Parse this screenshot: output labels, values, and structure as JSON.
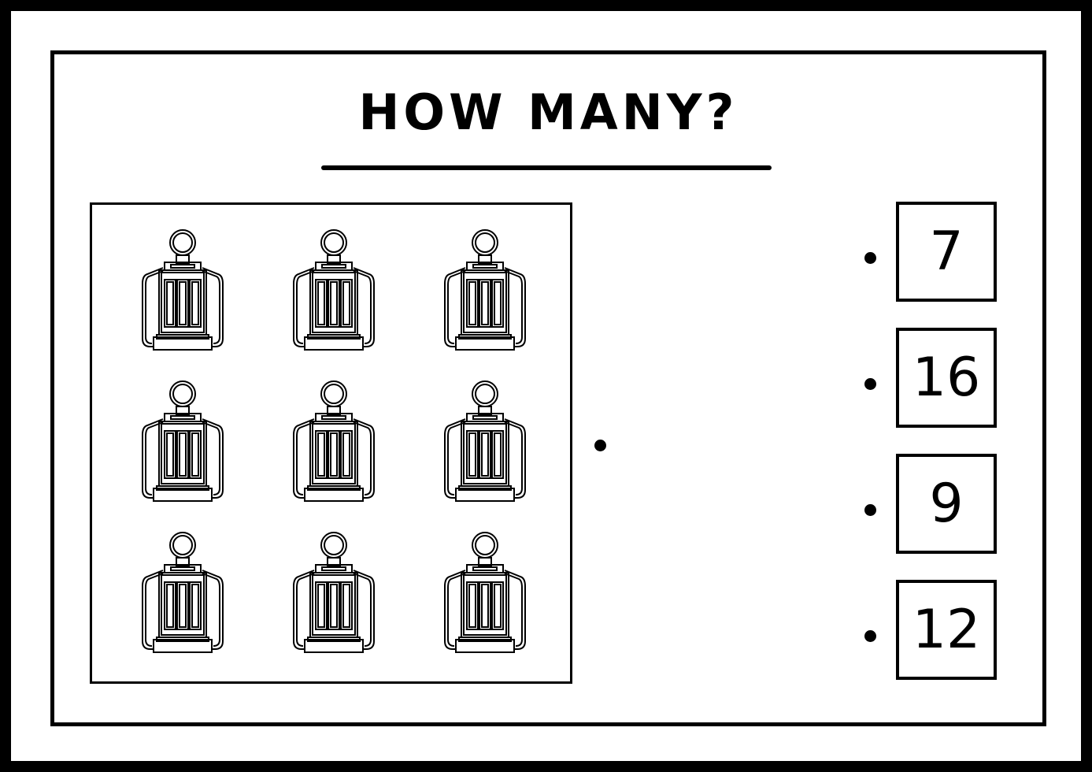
{
  "title": "HOW MANY?",
  "answer_line": "",
  "items": {
    "icon": "lantern-icon",
    "count_shown": 9,
    "grid_rows": 3,
    "grid_cols": 3
  },
  "options": [
    {
      "label": "7"
    },
    {
      "label": "16"
    },
    {
      "label": "9"
    },
    {
      "label": "12"
    }
  ],
  "colors": {
    "ink": "#000000",
    "paper": "#ffffff"
  }
}
